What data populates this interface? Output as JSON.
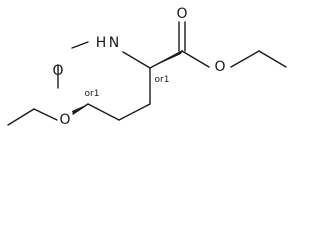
{
  "molecule": {
    "atoms": {
      "ring_oxygen": "O",
      "ring_nitrogen": "N",
      "ring_nitrogen_h": "H",
      "carbonyl_oxygen": "O",
      "ester_oxygen": "O",
      "ether_oxygen": "O"
    },
    "stereo_labels": {
      "c3": "or1",
      "c6": "or1"
    }
  }
}
